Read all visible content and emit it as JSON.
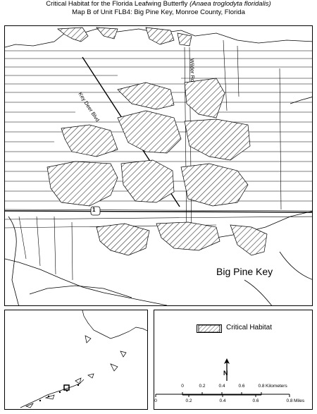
{
  "title": {
    "line1_prefix": "Critical Habitat for the Florida Leafwing Butterfly ",
    "line1_species": "(Anaea troglodyta floridalis)",
    "line2": "Map B of Unit FLB4: Big Pine Key, Monroe County, Florida"
  },
  "map_labels": {
    "island": "Big Pine Key",
    "road_key_deer": "Key Deer Blvd",
    "road_wilder": "Wilder Rd",
    "route_shield": "1"
  },
  "legend": {
    "critical_habitat": "Critical Habitat"
  },
  "north_arrow": {
    "letter": "N"
  },
  "scale_bar": {
    "km_ticks": [
      "0",
      "0.2",
      "0.4",
      "0.6",
      "0.8"
    ],
    "km_unit": "Kilometers",
    "mi_ticks": [
      "0",
      "0.2",
      "0.4",
      "0.6",
      "0.8"
    ],
    "mi_unit": "Miles"
  },
  "colors": {
    "lines": "#000000",
    "background": "#ffffff",
    "hatch": "#333333"
  }
}
